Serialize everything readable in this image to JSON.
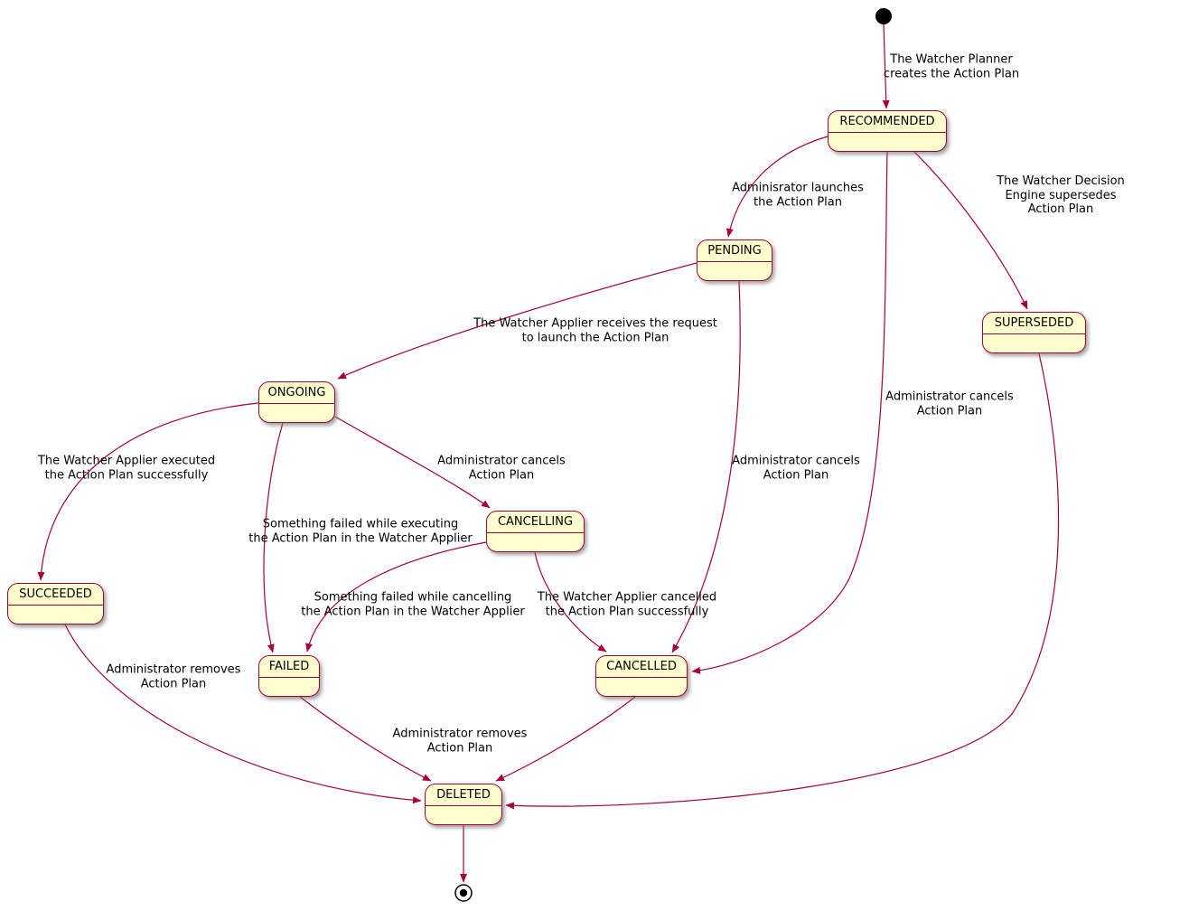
{
  "diagram_type": "uml-state-machine",
  "colors": {
    "state_fill": "#FEFECE",
    "state_border": "#A80036",
    "arrow": "#A80036",
    "background": "#FFFFFF",
    "text": "#000000"
  },
  "states": [
    {
      "id": "RECOMMENDED",
      "label": "RECOMMENDED"
    },
    {
      "id": "PENDING",
      "label": "PENDING"
    },
    {
      "id": "SUPERSEDED",
      "label": "SUPERSEDED"
    },
    {
      "id": "ONGOING",
      "label": "ONGOING"
    },
    {
      "id": "CANCELLING",
      "label": "CANCELLING"
    },
    {
      "id": "SUCCEEDED",
      "label": "SUCCEEDED"
    },
    {
      "id": "FAILED",
      "label": "FAILED"
    },
    {
      "id": "CANCELLED",
      "label": "CANCELLED"
    },
    {
      "id": "DELETED",
      "label": "DELETED"
    }
  ],
  "pseudostates": [
    {
      "id": "initial",
      "type": "initial-state"
    },
    {
      "id": "final",
      "type": "final-state"
    }
  ],
  "transitions": [
    {
      "from": "initial",
      "to": "RECOMMENDED",
      "label": "The Watcher Planner\ncreates the Action Plan"
    },
    {
      "from": "RECOMMENDED",
      "to": "PENDING",
      "label": "Adminisrator launches\nthe Action Plan"
    },
    {
      "from": "RECOMMENDED",
      "to": "SUPERSEDED",
      "label": "The Watcher Decision Engine supersedes\nAction Plan"
    },
    {
      "from": "RECOMMENDED",
      "to": "CANCELLED",
      "label": "Administrator cancels\nAction Plan"
    },
    {
      "from": "PENDING",
      "to": "ONGOING",
      "label": "The Watcher Applier receives the request\nto launch the Action Plan"
    },
    {
      "from": "PENDING",
      "to": "CANCELLED",
      "label": "Administrator cancels\nAction Plan"
    },
    {
      "from": "ONGOING",
      "to": "SUCCEEDED",
      "label": "The Watcher Applier executed\nthe Action Plan successfully"
    },
    {
      "from": "ONGOING",
      "to": "CANCELLING",
      "label": "Administrator cancels\nAction Plan"
    },
    {
      "from": "ONGOING",
      "to": "FAILED",
      "label": "Something failed while executing\nthe Action Plan in the Watcher Applier"
    },
    {
      "from": "CANCELLING",
      "to": "FAILED",
      "label": "Something failed while cancelling\nthe Action Plan in the Watcher Applier"
    },
    {
      "from": "CANCELLING",
      "to": "CANCELLED",
      "label": "The Watcher Applier cancelled\nthe Action Plan successfully"
    },
    {
      "from": "SUCCEEDED",
      "to": "DELETED",
      "label": "Administrator removes\nAction Plan"
    },
    {
      "from": "FAILED",
      "to": "DELETED",
      "label": "Administrator removes\nAction Plan"
    },
    {
      "from": "CANCELLED",
      "to": "DELETED",
      "label": ""
    },
    {
      "from": "SUPERSEDED",
      "to": "DELETED",
      "label": ""
    },
    {
      "from": "DELETED",
      "to": "final",
      "label": ""
    }
  ]
}
